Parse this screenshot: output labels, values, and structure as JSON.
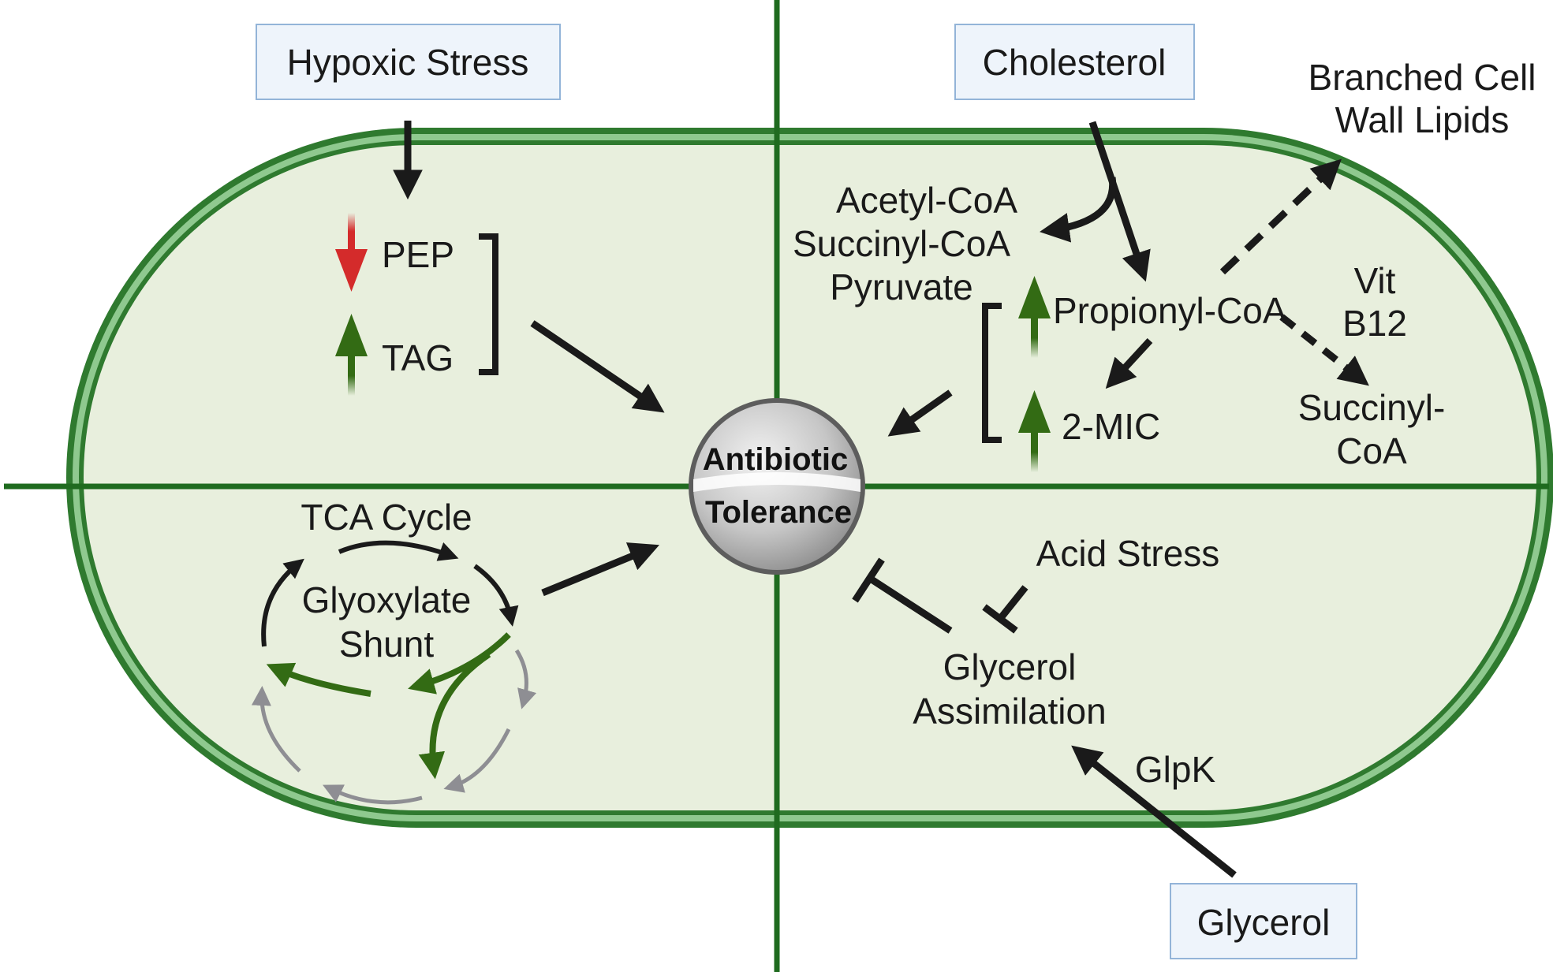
{
  "colors": {
    "membrane_dark": "#2f7a2f",
    "membrane_light": "#8fc98f",
    "cytoplasm": "#e8efdd",
    "divider": "#1f6b1f",
    "arrow_black": "#1a1a1a",
    "arrow_green": "#336b14",
    "arrow_grey": "#8e8e93",
    "arrow_red": "#d42b2b",
    "box_fill": "#eef4fb",
    "box_stroke": "#93b4d8",
    "pill_fill": "#c9c9c9"
  },
  "center": {
    "line1": "Antibiotic",
    "line2": "Tolerance"
  },
  "top_left": {
    "stress_box": "Hypoxic Stress",
    "pep": "PEP",
    "tag": "TAG",
    "pep_arrow_icon": "down-red-arrow-icon",
    "tag_arrow_icon": "up-green-arrow-icon"
  },
  "top_right": {
    "cholesterol_box": "Cholesterol",
    "acetyl": "Acetyl-CoA",
    "succinyl_left": "Succinyl-CoA",
    "pyruvate": "Pyruvate",
    "propionyl": "Propionyl-CoA",
    "mic": "2-MIC",
    "branched_line1": "Branched Cell",
    "branched_line2": "Wall Lipids",
    "vit_line1": "Vit",
    "vit_line2": "B12",
    "succinyl_right_line1": "Succinyl-",
    "succinyl_right_line2": "CoA"
  },
  "bottom_left": {
    "tca": "TCA Cycle",
    "glyox_line1": "Glyoxylate",
    "glyox_line2": "Shunt"
  },
  "bottom_right": {
    "acid": "Acid Stress",
    "glycerol_line1": "Glycerol",
    "glycerol_line2": "Assimilation",
    "glpk": "GlpK",
    "glycerol_box": "Glycerol"
  }
}
